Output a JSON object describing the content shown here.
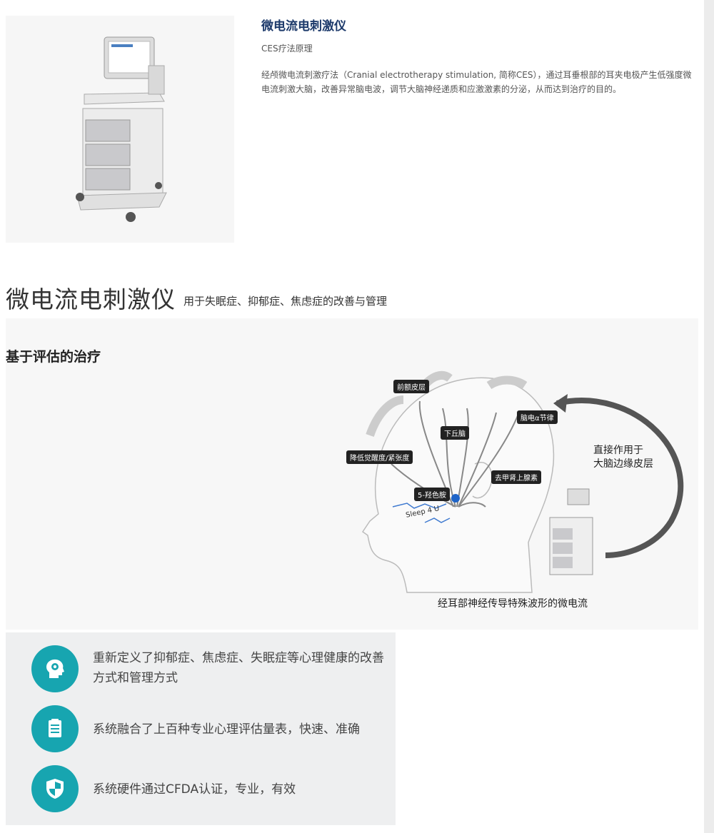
{
  "product": {
    "title": "微电流电刺激仪",
    "subtitle": "CES疗法原理",
    "description": "经颅微电流刺激疗法（Cranial electrotherapy stimulation, 简称CES），通过耳垂根部的耳夹电极产生低强度微电流刺激大脑，改善异常脑电波，调节大脑神经递质和应激激素的分泌，从而达到治疗的目的。",
    "image_icon": "medical-cart-device"
  },
  "section": {
    "title": "微电流电刺激仪",
    "subtitle": "用于失眠症、抑郁症、焦虑症的改善与管理"
  },
  "diagram": {
    "heading": "基于评估的治疗",
    "labels": {
      "prefrontal": "前额皮层",
      "alpha": "脑电α节律",
      "hypothalamus": "下丘脑",
      "arousal": "降低觉醒度/紧张度",
      "norepinephrine": "去甲肾上腺素",
      "serotonin": "5-羟色胺",
      "sleep": "Sleep 4 U"
    },
    "side_text": [
      "直接作用于",
      "大脑边缘皮层"
    ],
    "caption": "经耳部神经传导特殊波形的微电流"
  },
  "features": [
    {
      "icon": "head-gear-icon",
      "text": "重新定义了抑郁症、焦虑症、失眠症等心理健康的改善方式和管理方式"
    },
    {
      "icon": "document-list-icon",
      "text": "系统融合了上百种专业心理评估量表，快速、准确"
    },
    {
      "icon": "shield-icon",
      "text": "系统硬件通过CFDA认证，专业，有效"
    }
  ],
  "colors": {
    "accent": "#17a5b0",
    "title_blue": "#1d3a6b",
    "panel_bg": "#eeeff0"
  }
}
